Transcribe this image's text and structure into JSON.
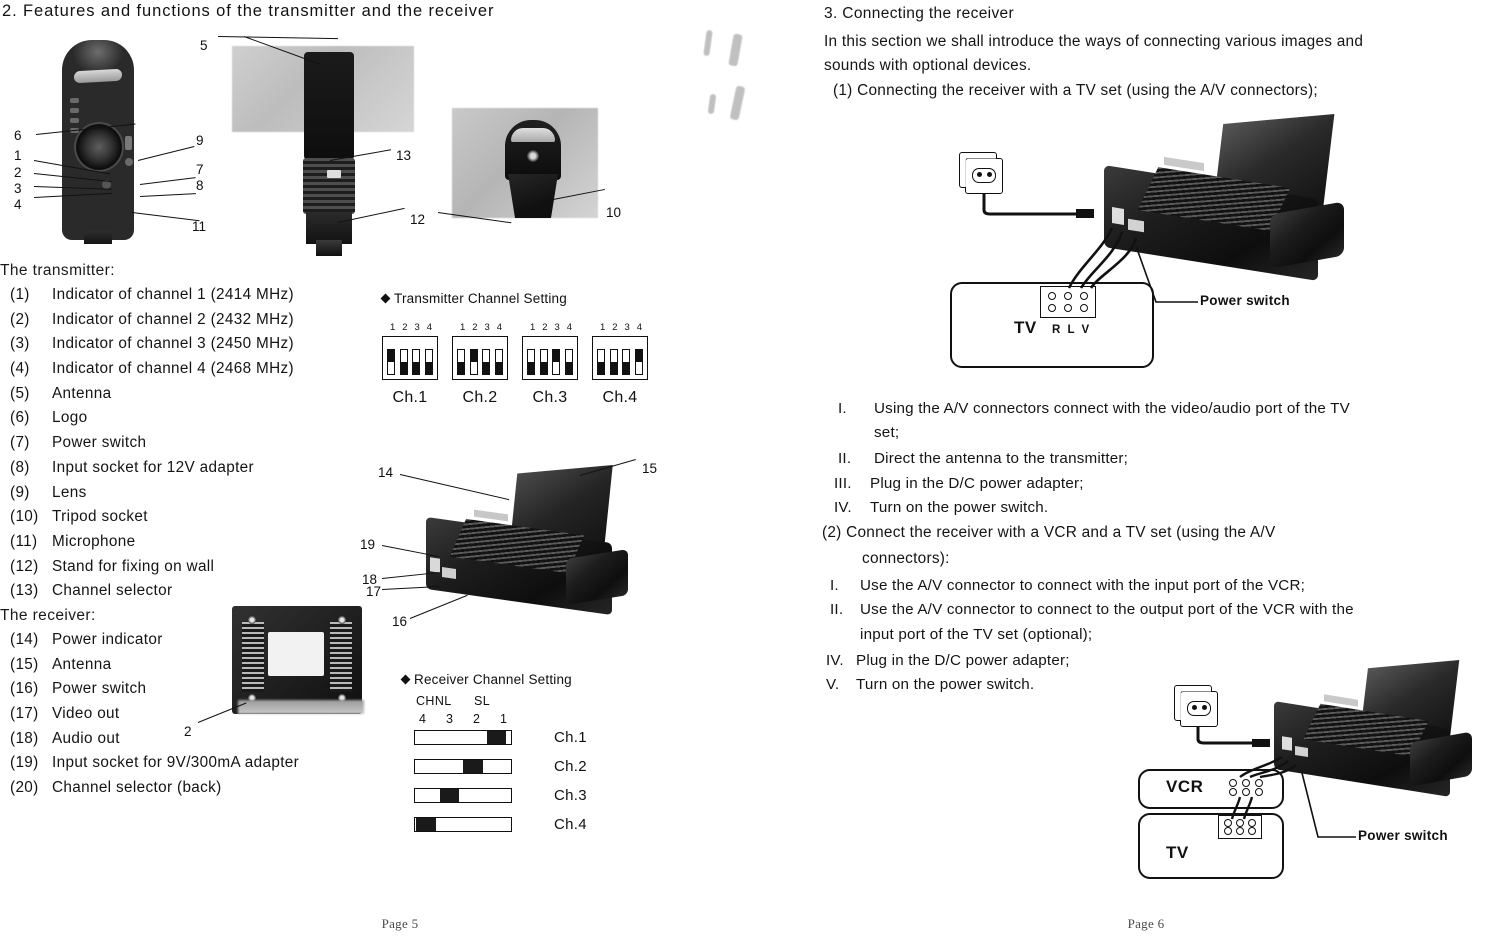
{
  "left_page": {
    "title": "2. Features and functions of the transmitter and the receiver",
    "photo_callouts": [
      "1",
      "2",
      "3",
      "4",
      "5",
      "6",
      "7",
      "8",
      "9",
      "10",
      "11",
      "12",
      "13",
      "2",
      "14",
      "15",
      "16",
      "17",
      "18",
      "19"
    ],
    "transmitter_heading": "The transmitter:",
    "transmitter_items": [
      {
        "num": "(1)",
        "text": "Indicator of channel 1 (2414 MHz)"
      },
      {
        "num": "(2)",
        "text": "Indicator of channel 2 (2432 MHz)"
      },
      {
        "num": "(3)",
        "text": "Indicator of channel 3 (2450 MHz)"
      },
      {
        "num": "(4)",
        "text": "Indicator of channel 4 (2468 MHz)"
      },
      {
        "num": "(5)",
        "text": "Antenna"
      },
      {
        "num": "(6)",
        "text": "Logo"
      },
      {
        "num": "(7)",
        "text": "Power switch"
      },
      {
        "num": "(8)",
        "text": "Input socket for 12V adapter"
      },
      {
        "num": "(9)",
        "text": "Lens"
      },
      {
        "num": "(10)",
        "text": "Tripod socket"
      },
      {
        "num": "(11)",
        "text": "Microphone"
      },
      {
        "num": "(12)",
        "text": "Stand for fixing on wall"
      },
      {
        "num": "(13)",
        "text": "Channel selector"
      }
    ],
    "receiver_heading": "The receiver:",
    "receiver_items": [
      {
        "num": "(14)",
        "text": "Power indicator"
      },
      {
        "num": "(15)",
        "text": "Antenna"
      },
      {
        "num": "(16)",
        "text": "Power switch"
      },
      {
        "num": "(17)",
        "text": "Video out"
      },
      {
        "num": "(18)",
        "text": "Audio out"
      },
      {
        "num": "(19)",
        "text": "Input socket for 9V/300mA adapter"
      },
      {
        "num": "(20)",
        "text": "Channel selector (back)"
      }
    ],
    "transmitter_setting": {
      "title": "Transmitter Channel Setting",
      "switch_numbers": [
        "1",
        "2",
        "3",
        "4"
      ],
      "groups": [
        {
          "label": "Ch.1",
          "positions": [
            "up",
            "down",
            "down",
            "down"
          ]
        },
        {
          "label": "Ch.2",
          "positions": [
            "down",
            "up",
            "down",
            "down"
          ]
        },
        {
          "label": "Ch.3",
          "positions": [
            "down",
            "down",
            "up",
            "down"
          ]
        },
        {
          "label": "Ch.4",
          "positions": [
            "down",
            "down",
            "down",
            "up"
          ]
        }
      ]
    },
    "receiver_setting": {
      "title": "Receiver Channel Setting",
      "col_headers": [
        "CHNL",
        "SL"
      ],
      "position_numbers": [
        "4",
        "3",
        "2",
        "1"
      ],
      "rows": [
        {
          "label": "Ch.1",
          "slot": 4
        },
        {
          "label": "Ch.2",
          "slot": 3
        },
        {
          "label": "Ch.3",
          "slot": 2
        },
        {
          "label": "Ch.4",
          "slot": 1
        }
      ]
    },
    "footer": "Page 5"
  },
  "right_page": {
    "title": "3. Connecting the receiver",
    "intro_lines": [
      "In this section we shall introduce the ways of connecting various images and",
      "sounds with optional devices."
    ],
    "section1_heading": "(1)  Connecting the receiver with a TV set (using the A/V connectors);",
    "section1_steps": [
      {
        "num": "I.",
        "text": "Using the A/V connectors connect with the video/audio port of the TV"
      },
      {
        "num": "",
        "text": "set;"
      },
      {
        "num": "II.",
        "text": "Direct the antenna to the transmitter;"
      },
      {
        "num": "III.",
        "text": "Plug in the D/C power adapter;"
      },
      {
        "num": "IV.",
        "text": "Turn on the power switch."
      }
    ],
    "section2_heading_line1": "(2)  Connect the receiver with a VCR and a TV set (using the A/V",
    "section2_heading_line2": "connectors):",
    "section2_steps": [
      {
        "num": "I.",
        "text": "Use the A/V connector to connect with the input port of the VCR;"
      },
      {
        "num": "II.",
        "text": "Use the A/V connector to connect to the output port of the VCR with the"
      },
      {
        "num": "",
        "text": "input port of the TV set (optional);"
      },
      {
        "num": "IV.",
        "text": "Plug in the D/C power adapter;"
      },
      {
        "num": "V.",
        "text": "Turn on the power switch."
      }
    ],
    "diagram_tv": {
      "tv_label": "TV",
      "tv_jacks_label": "R L V",
      "power_switch_label": "Power switch"
    },
    "diagram_vcr": {
      "vcr_label": "VCR",
      "tv_label": "TV",
      "power_switch_label": "Power switch"
    },
    "footer": "Page 6"
  }
}
